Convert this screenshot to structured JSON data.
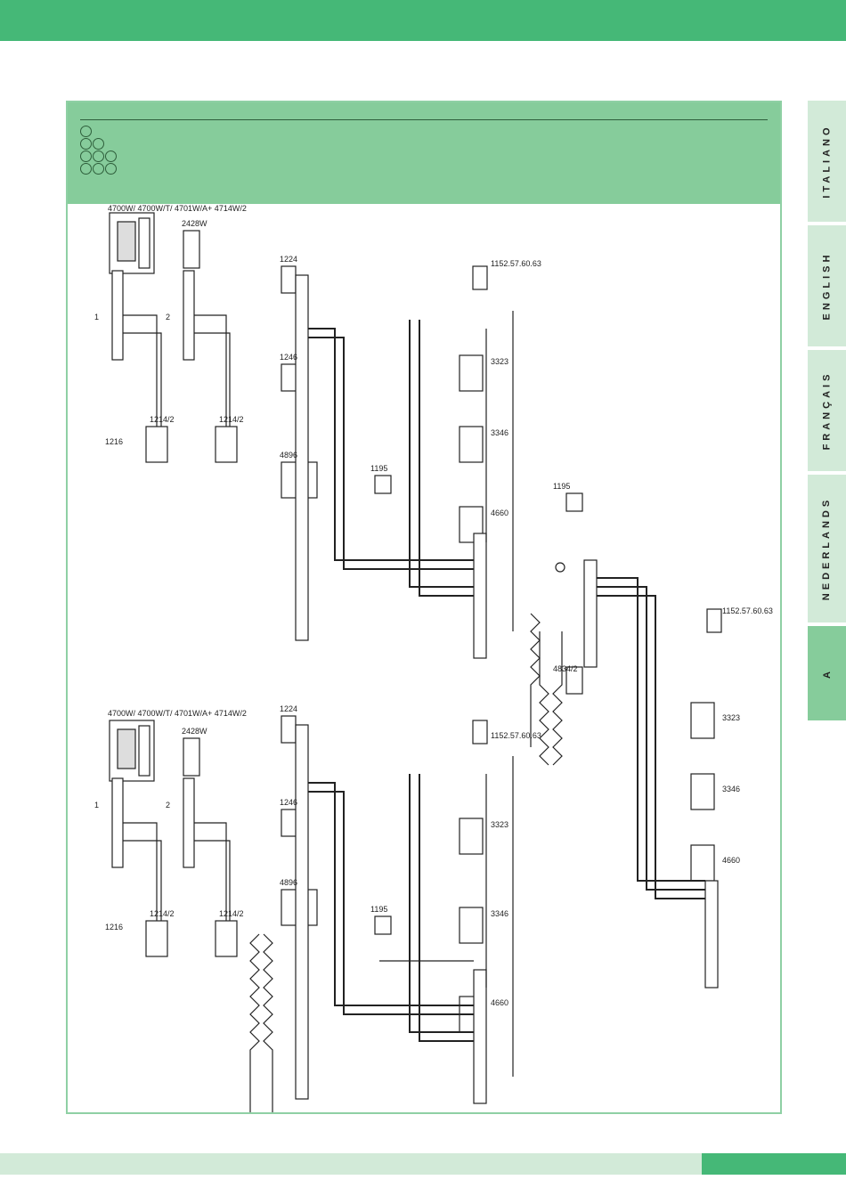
{
  "page": {
    "colors": {
      "primary": "#45b877",
      "header": "#86cc9b",
      "light": "#d2ead8",
      "wire": "#222222"
    }
  },
  "language_tabs": [
    {
      "label": "ITALIANO",
      "active": false
    },
    {
      "label": "ENGLISH",
      "active": false
    },
    {
      "label": "FRANÇAIS",
      "active": false
    },
    {
      "label": "NEDERLANDS",
      "active": false
    },
    {
      "label": "A",
      "active": true
    }
  ],
  "diagram": {
    "left": {
      "monitors": {
        "m1": "4700W/ 4700W/T/ 4701W/A+ 4714W/2",
        "m2": "2428W"
      },
      "markers": {
        "one": "1",
        "two": "2"
      },
      "modules": {
        "m1216": "1216",
        "m1214a": "1214/2",
        "m1214b": "1214/2",
        "m1224": "1224",
        "m1246": "1246",
        "m4896": "4896",
        "m1195": "1195",
        "m3323": "3323",
        "m3346": "3346",
        "m4660": "4660",
        "m1152": "1152.57.60.63"
      }
    },
    "right": {
      "monitors": {
        "m1": "4700W/ 4700W/T/ 4701W/A+ 4714W/2",
        "m2": "2428W"
      },
      "markers": {
        "one": "1",
        "two": "2"
      },
      "modules": {
        "m1216": "1216",
        "m1214a": "1214/2",
        "m1214b": "1214/2",
        "m1224": "1224",
        "m1246": "1246",
        "m4896": "4896",
        "m1195": "1195",
        "m3323": "3323",
        "m3346": "3346",
        "m4660": "4660",
        "m1152": "1152.57.60.63"
      },
      "extra": {
        "m4834": "4834/2",
        "m1195b": "1195",
        "m3323b": "3323",
        "m3346b": "3346",
        "m4660b": "4660",
        "m1152b": "1152.57.60.63"
      }
    }
  }
}
